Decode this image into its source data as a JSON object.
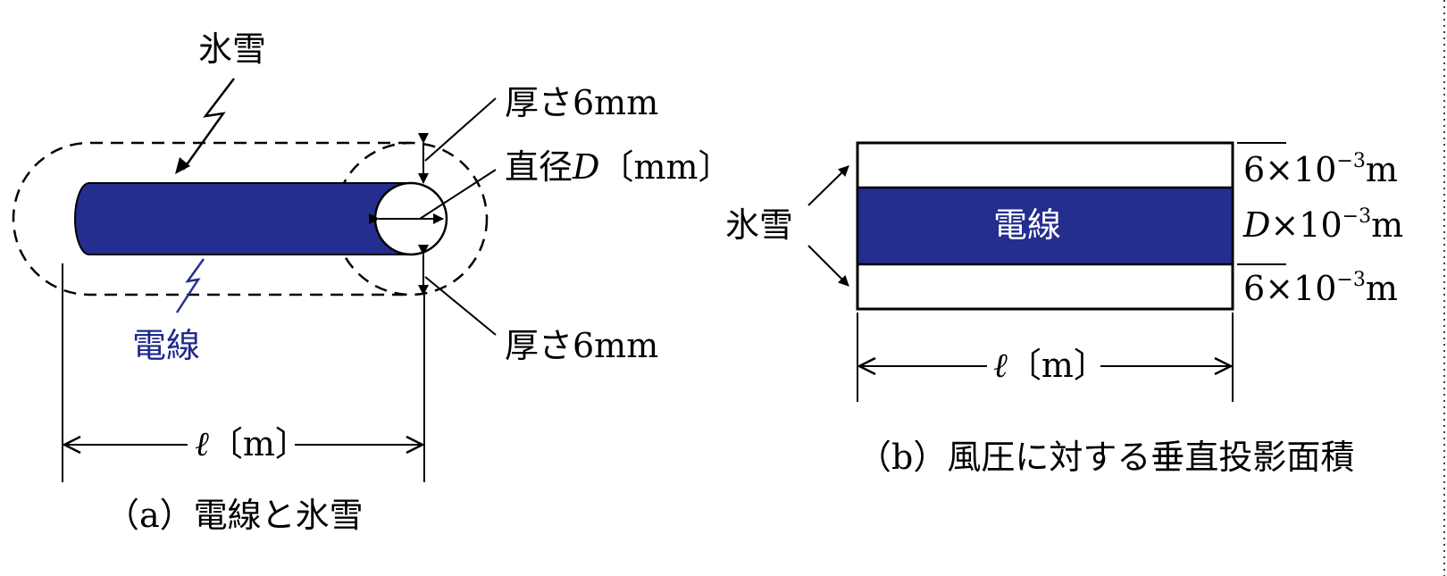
{
  "colors": {
    "wire": "#232e8e",
    "line": "#000000",
    "background": "#ffffff"
  },
  "panel_a": {
    "ice_label": "氷雪",
    "thickness_top": "厚さ6mm",
    "diameter_prefix": "直径",
    "diameter_var": "D",
    "diameter_unit": "〔mm〕",
    "thickness_bottom": "厚さ6mm",
    "wire_label": "電線",
    "length_var": "ℓ",
    "length_unit": "〔m〕",
    "caption": "（a）電線と氷雪"
  },
  "panel_b": {
    "ice_label": "氷雪",
    "wire_label": "電線",
    "top_dim_num": "6",
    "top_dim_times": "×10",
    "top_dim_exp": "−3",
    "top_dim_unit": "m",
    "mid_dim_var": "D",
    "mid_dim_times": "×10",
    "mid_dim_exp": "−3",
    "mid_dim_unit": "m",
    "bot_dim_num": "6",
    "bot_dim_times": "×10",
    "bot_dim_exp": "−3",
    "bot_dim_unit": "m",
    "length_var": "ℓ",
    "length_unit": "〔m〕",
    "caption": "（b）風圧に対する垂直投影面積"
  }
}
